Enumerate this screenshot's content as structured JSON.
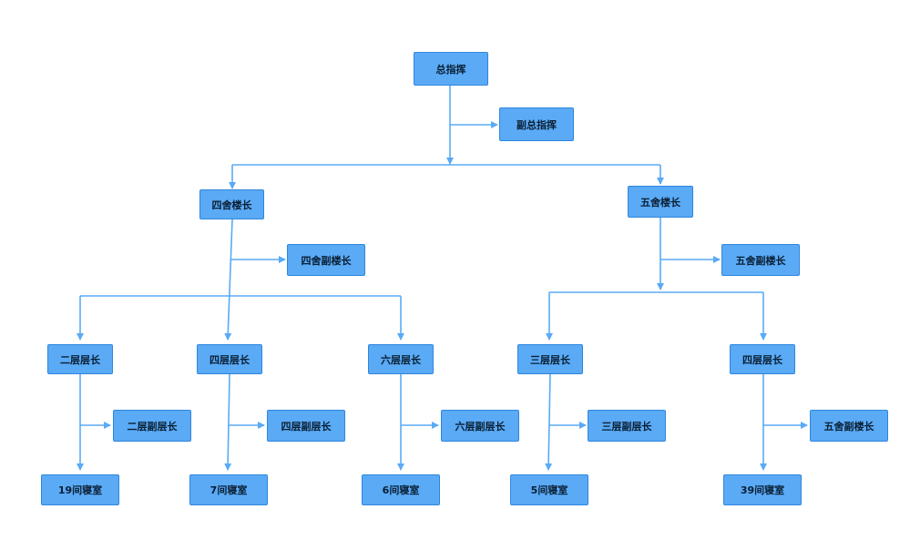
{
  "colors": {
    "node_fill": "#5aaaf6",
    "node_border": "#2f86dd",
    "connector": "#5aaaf6"
  },
  "nodes": {
    "commander": "总指挥",
    "deputy_commander": "副总指挥",
    "building4_head": "四舍楼长",
    "building4_deputy": "四舍副楼长",
    "building5_head": "五舍楼长",
    "building5_deputy": "五舍副楼长",
    "b4_floor2_head": "二层层长",
    "b4_floor2_deputy": "二层副层长",
    "b4_floor2_rooms": "19间寝室",
    "b4_floor4_head": "四层层长",
    "b4_floor4_deputy": "四层副层长",
    "b4_floor4_rooms": "7间寝室",
    "b4_floor6_head": "六层层长",
    "b4_floor6_deputy": "六层副层长",
    "b4_floor6_rooms": "6间寝室",
    "b5_floor3_head": "三层层长",
    "b5_floor3_deputy": "三层副层长",
    "b5_floor3_rooms": "5间寝室",
    "b5_floor4_head": "四层层长",
    "b5_floor4_deputy": "五舍副楼长",
    "b5_floor4_rooms": "39间寝室"
  }
}
